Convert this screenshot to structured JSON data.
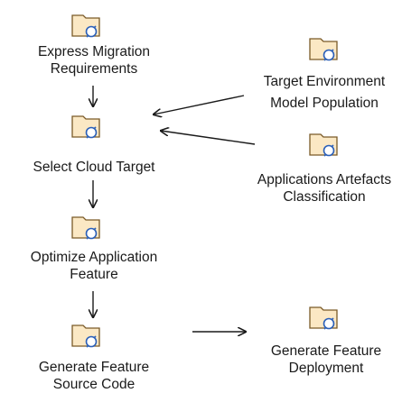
{
  "steps": {
    "express": {
      "label_line1": "Express Migration",
      "label_line2": "Requirements",
      "icon": "process-icon"
    },
    "target_model": {
      "label_line1": "Target Environment",
      "label_line2": "Model Population",
      "icon": "process-icon"
    },
    "select_cloud": {
      "label_line1": "Select Cloud Target",
      "icon": "process-icon"
    },
    "classification": {
      "label_line1": "Applications Artefacts",
      "label_line2": "Classification",
      "icon": "process-icon"
    },
    "optimize": {
      "label_line1": "Optimize Application",
      "label_line2": "Feature",
      "icon": "process-icon"
    },
    "generate_source": {
      "label_line1": "Generate Feature",
      "label_line2": "Source Code",
      "icon": "process-icon"
    },
    "generate_deploy": {
      "label_line1": "Generate Feature",
      "label_line2": "Deployment",
      "icon": "process-icon"
    }
  },
  "colors": {
    "icon_fill": "#fbe8c4",
    "icon_stroke": "#7a5a28",
    "icon_arrow": "#2a5fb8",
    "connector": "#1a1a1a"
  }
}
